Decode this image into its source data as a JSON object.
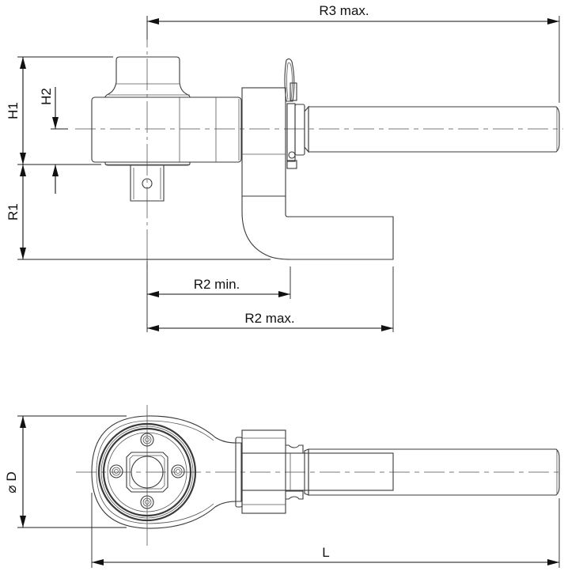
{
  "drawing": {
    "title": "Torque wrench / ratchet reaction arm dimension drawing",
    "colors": {
      "line": "#3a3a3a",
      "dimension": "#111111",
      "centerline": "#7a7a7a",
      "background": "#ffffff"
    },
    "side_view": {
      "dimensions": {
        "r3": "R3 max.",
        "h1": "H1",
        "h2": "H2",
        "r1": "R1",
        "r2_min": "R2 min.",
        "r2_max": "R2 max."
      }
    },
    "top_view": {
      "dimensions": {
        "d": "⌀ D",
        "l": "L"
      }
    }
  }
}
